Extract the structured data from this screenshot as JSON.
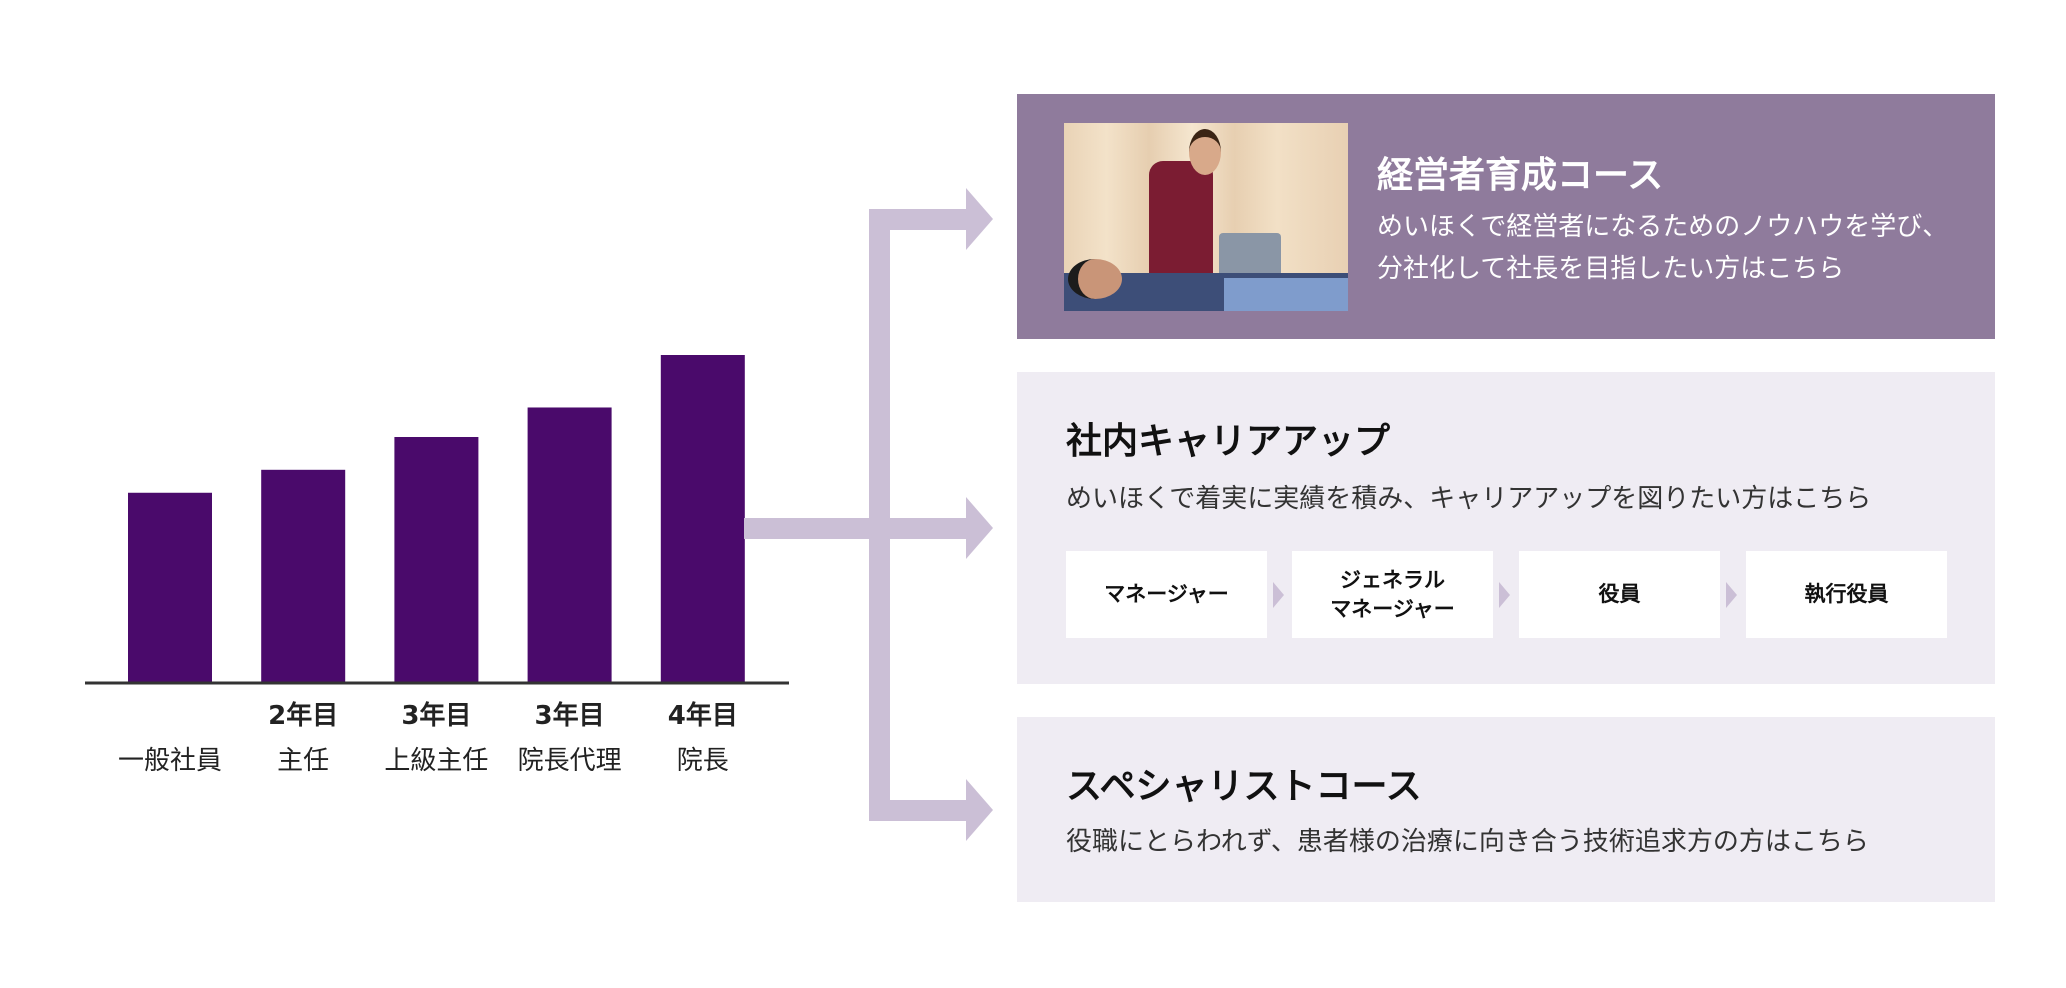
{
  "colors": {
    "bar": "#4a0a6b",
    "connector": "#cbbfd6",
    "card_primary": "#8f7b9c",
    "card_light": "#efecf3"
  },
  "chart_data": {
    "type": "bar",
    "title": "",
    "xlabel": "",
    "ylabel": "",
    "categories": [
      "一般社員",
      "主任",
      "上級主任",
      "院長代理",
      "院長"
    ],
    "year_labels": [
      "",
      "2年目",
      "3年目",
      "3年目",
      "4年目"
    ],
    "values": [
      58,
      65,
      75,
      84,
      100
    ],
    "ylim": [
      0,
      100
    ],
    "grid": false
  },
  "courses": [
    {
      "title": "経営者育成コース",
      "description": "めいほくで経営者になるためのノウハウを学び、分社化して社長を目指したい方はこちら",
      "image": "treatment-photo"
    },
    {
      "title": "社内キャリアアップ",
      "description": "めいほくで着実に実績を積み、キャリアアップを図りたい方はこちら",
      "steps": [
        "マネージャー",
        "ジェネラル\nマネージャー",
        "役員",
        "執行役員"
      ]
    },
    {
      "title": "スペシャリストコース",
      "description": "役職にとらわれず、患者様の治療に向き合う技術追求方の方はこちら"
    }
  ]
}
